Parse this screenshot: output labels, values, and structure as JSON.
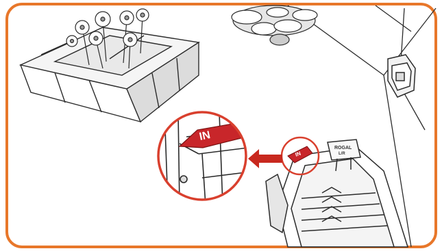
{
  "illustration": {
    "zoom_label": "IN",
    "small_label": "IN",
    "plate_text_1": "ROGAL",
    "plate_text_2": "L/R",
    "colors": {
      "frame_border": "#e8772a",
      "callout_circle": "#d9402e",
      "arrow": "#c8281e",
      "label_red": "#c8262a",
      "ink": "#2b2b2b"
    },
    "icons": [
      "raised-flower-bed",
      "shrub",
      "wall-socket",
      "charging-station",
      "red-arrow",
      "magnifier-circle"
    ]
  }
}
